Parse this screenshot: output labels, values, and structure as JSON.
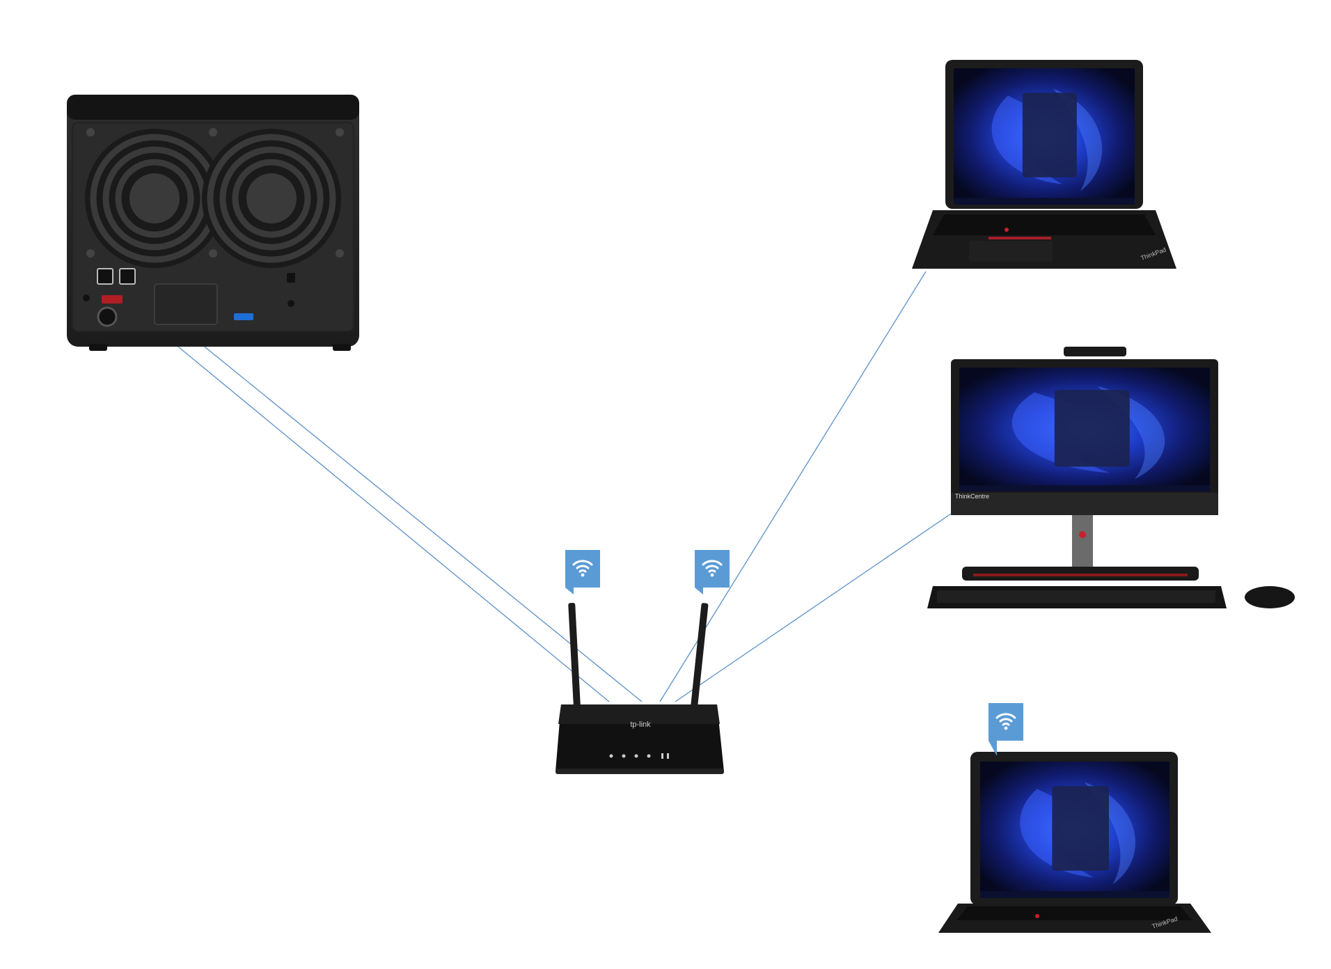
{
  "diagram": {
    "nodes": [
      {
        "id": "nas",
        "name": "nas-device",
        "icon": "nas-icon",
        "connection": "wired",
        "ports": 2
      },
      {
        "id": "router",
        "name": "wireless-router",
        "icon": "router-icon",
        "brand_text": "tp-link",
        "wifi_badges": 2
      },
      {
        "id": "laptop_top",
        "name": "laptop-top",
        "icon": "laptop-icon",
        "brand_text": "ThinkPad",
        "connection": "wired"
      },
      {
        "id": "desktop",
        "name": "all-in-one-desktop",
        "icon": "desktop-icon",
        "brand_text": "ThinkCentre",
        "connection": "wired"
      },
      {
        "id": "laptop_bottom",
        "name": "laptop-bottom",
        "icon": "laptop-icon",
        "brand_text": "ThinkPad",
        "connection": "wireless",
        "wifi_badges": 1
      }
    ],
    "edges": [
      {
        "from": "nas",
        "to": "router",
        "type": "cable"
      },
      {
        "from": "nas",
        "to": "router",
        "type": "cable"
      },
      {
        "from": "laptop_top",
        "to": "router",
        "type": "cable"
      },
      {
        "from": "desktop",
        "to": "router",
        "type": "cable"
      }
    ],
    "colors": {
      "cable": "#5b8fc7",
      "wifi_badge": "#5b9bd5",
      "device_body": "#1e1e1e",
      "screen_blue": "#1a3aa8",
      "thinkpad_red": "#c8202c"
    }
  }
}
